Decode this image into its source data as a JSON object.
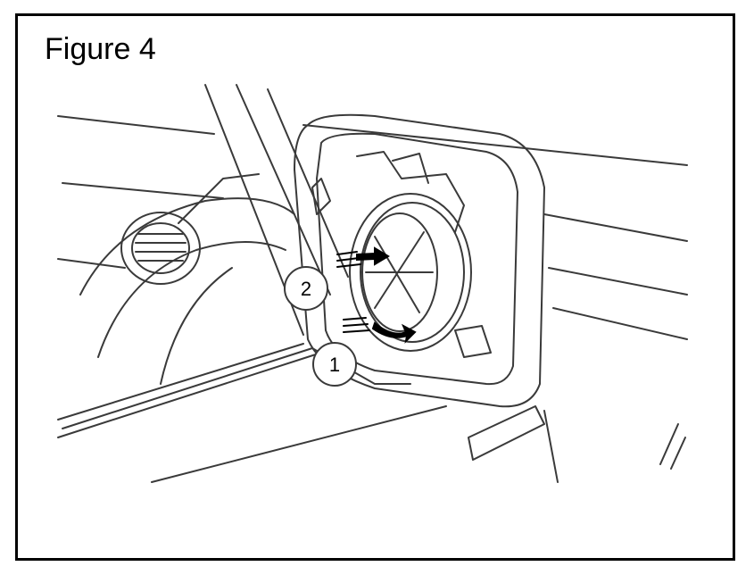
{
  "figure": {
    "title": "Figure 4"
  },
  "callouts": [
    {
      "label": "2"
    },
    {
      "label": "1"
    }
  ],
  "colors": {
    "ink": "#000000",
    "line": "#3a3a3a",
    "background": "#ffffff"
  }
}
